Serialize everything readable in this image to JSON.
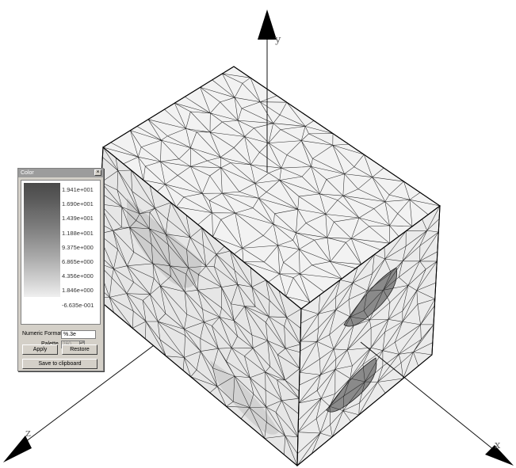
{
  "viewport": {
    "axes": {
      "x_label": "x",
      "y_label": "y",
      "z_label": "z"
    }
  },
  "color_dialog": {
    "title": "Color",
    "close_glyph": "×",
    "legend_values": [
      "1.941e+001",
      "1.690e+001",
      "1.439e+001",
      "1.188e+001",
      "9.375e+000",
      "6.865e+000",
      "4.356e+000",
      "1.846e+000",
      "-6.635e-001"
    ],
    "legend_colors": [
      "#4a4a4a",
      "#585858",
      "#6a6a6a",
      "#7c7c7c",
      "#909090",
      "#a6a6a6",
      "#bdbdbd",
      "#d6d6d6",
      "#efefef"
    ],
    "palette_label": "Palette",
    "palette_value": "260",
    "numeric_format_label": "Numeric Format",
    "numeric_format_value": "%.3e",
    "apply_label": "Apply",
    "restore_label": "Restore",
    "save_label": "Save to clipboard"
  },
  "colors": {
    "mesh_fill": "#ececec",
    "mesh_top": "#f4f4f4",
    "edge": "#222222",
    "shade_dark": "#8a8a8a",
    "shade_mid": "#c9c9c9"
  }
}
